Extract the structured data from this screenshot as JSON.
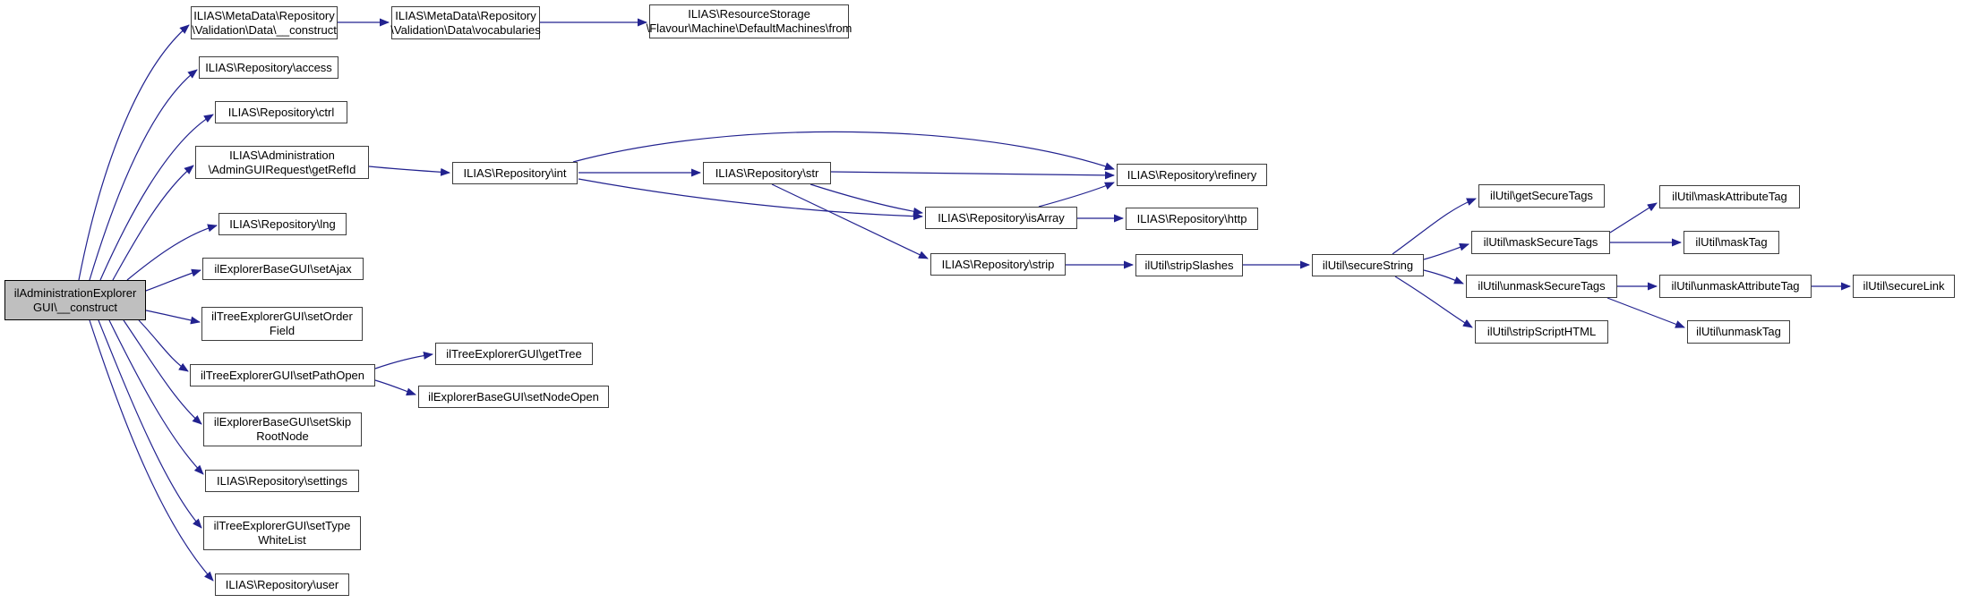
{
  "diagram": {
    "kind": "doxygen-call-graph",
    "colors": {
      "edge": "#22228f",
      "node_fill": "#ffffff",
      "node_border": "#3d3d3d",
      "root_fill": "#bfbfbf"
    },
    "nodes": {
      "root": {
        "label": "ilAdministrationExplorer\nGUI\\__construct"
      },
      "md_construct": {
        "label": "ILIAS\\MetaData\\Repository\n\\Validation\\Data\\__construct"
      },
      "vocabularies": {
        "label": "ILIAS\\MetaData\\Repository\n\\Validation\\Data\\vocabularies"
      },
      "from": {
        "label": "ILIAS\\ResourceStorage\n\\Flavour\\Machine\\DefaultMachines\\from"
      },
      "access": {
        "label": "ILIAS\\Repository\\access"
      },
      "ctrl": {
        "label": "ILIAS\\Repository\\ctrl"
      },
      "getRefId": {
        "label": "ILIAS\\Administration\n\\AdminGUIRequest\\getRefId"
      },
      "int": {
        "label": "ILIAS\\Repository\\int"
      },
      "str": {
        "label": "ILIAS\\Repository\\str"
      },
      "refinery": {
        "label": "ILIAS\\Repository\\refinery"
      },
      "isArray": {
        "label": "ILIAS\\Repository\\isArray"
      },
      "http": {
        "label": "ILIAS\\Repository\\http"
      },
      "strip": {
        "label": "ILIAS\\Repository\\strip"
      },
      "stripSlashes": {
        "label": "ilUtil\\stripSlashes"
      },
      "secureString": {
        "label": "ilUtil\\secureString"
      },
      "getSecureTags": {
        "label": "ilUtil\\getSecureTags"
      },
      "maskSecureTags": {
        "label": "ilUtil\\maskSecureTags"
      },
      "maskAttributeTag": {
        "label": "ilUtil\\maskAttributeTag"
      },
      "maskTag": {
        "label": "ilUtil\\maskTag"
      },
      "unmaskSecureTags": {
        "label": "ilUtil\\unmaskSecureTags"
      },
      "unmaskAttributeTag": {
        "label": "ilUtil\\unmaskAttributeTag"
      },
      "secureLink": {
        "label": "ilUtil\\secureLink"
      },
      "unmaskTag": {
        "label": "ilUtil\\unmaskTag"
      },
      "stripScriptHTML": {
        "label": "ilUtil\\stripScriptHTML"
      },
      "lng": {
        "label": "ILIAS\\Repository\\lng"
      },
      "setAjax": {
        "label": "ilExplorerBaseGUI\\setAjax"
      },
      "setOrderField": {
        "label": "ilTreeExplorerGUI\\setOrder\nField"
      },
      "setPathOpen": {
        "label": "ilTreeExplorerGUI\\setPathOpen"
      },
      "getTree": {
        "label": "ilTreeExplorerGUI\\getTree"
      },
      "setNodeOpen": {
        "label": "ilExplorerBaseGUI\\setNodeOpen"
      },
      "setSkipRootNode": {
        "label": "ilExplorerBaseGUI\\setSkip\nRootNode"
      },
      "settings": {
        "label": "ILIAS\\Repository\\settings"
      },
      "setTypeWhiteList": {
        "label": "ilTreeExplorerGUI\\setType\nWhiteList"
      },
      "user": {
        "label": "ILIAS\\Repository\\user"
      }
    },
    "edges": [
      {
        "from": "root",
        "to": "md_construct"
      },
      {
        "from": "root",
        "to": "access"
      },
      {
        "from": "root",
        "to": "ctrl"
      },
      {
        "from": "root",
        "to": "getRefId"
      },
      {
        "from": "root",
        "to": "lng"
      },
      {
        "from": "root",
        "to": "setAjax"
      },
      {
        "from": "root",
        "to": "setOrderField"
      },
      {
        "from": "root",
        "to": "setPathOpen"
      },
      {
        "from": "root",
        "to": "setSkipRootNode"
      },
      {
        "from": "root",
        "to": "settings"
      },
      {
        "from": "root",
        "to": "setTypeWhiteList"
      },
      {
        "from": "root",
        "to": "user"
      },
      {
        "from": "md_construct",
        "to": "vocabularies"
      },
      {
        "from": "vocabularies",
        "to": "from"
      },
      {
        "from": "getRefId",
        "to": "int"
      },
      {
        "from": "int",
        "to": "str"
      },
      {
        "from": "int",
        "to": "refinery"
      },
      {
        "from": "int",
        "to": "isArray"
      },
      {
        "from": "str",
        "to": "refinery"
      },
      {
        "from": "str",
        "to": "isArray"
      },
      {
        "from": "str",
        "to": "strip"
      },
      {
        "from": "isArray",
        "to": "refinery"
      },
      {
        "from": "isArray",
        "to": "http"
      },
      {
        "from": "strip",
        "to": "stripSlashes"
      },
      {
        "from": "stripSlashes",
        "to": "secureString"
      },
      {
        "from": "secureString",
        "to": "getSecureTags"
      },
      {
        "from": "secureString",
        "to": "maskSecureTags"
      },
      {
        "from": "secureString",
        "to": "unmaskSecureTags"
      },
      {
        "from": "secureString",
        "to": "stripScriptHTML"
      },
      {
        "from": "maskSecureTags",
        "to": "maskAttributeTag"
      },
      {
        "from": "maskSecureTags",
        "to": "maskTag"
      },
      {
        "from": "unmaskSecureTags",
        "to": "unmaskAttributeTag"
      },
      {
        "from": "unmaskSecureTags",
        "to": "unmaskTag"
      },
      {
        "from": "unmaskAttributeTag",
        "to": "secureLink"
      },
      {
        "from": "setPathOpen",
        "to": "getTree"
      },
      {
        "from": "setPathOpen",
        "to": "setNodeOpen"
      }
    ]
  }
}
